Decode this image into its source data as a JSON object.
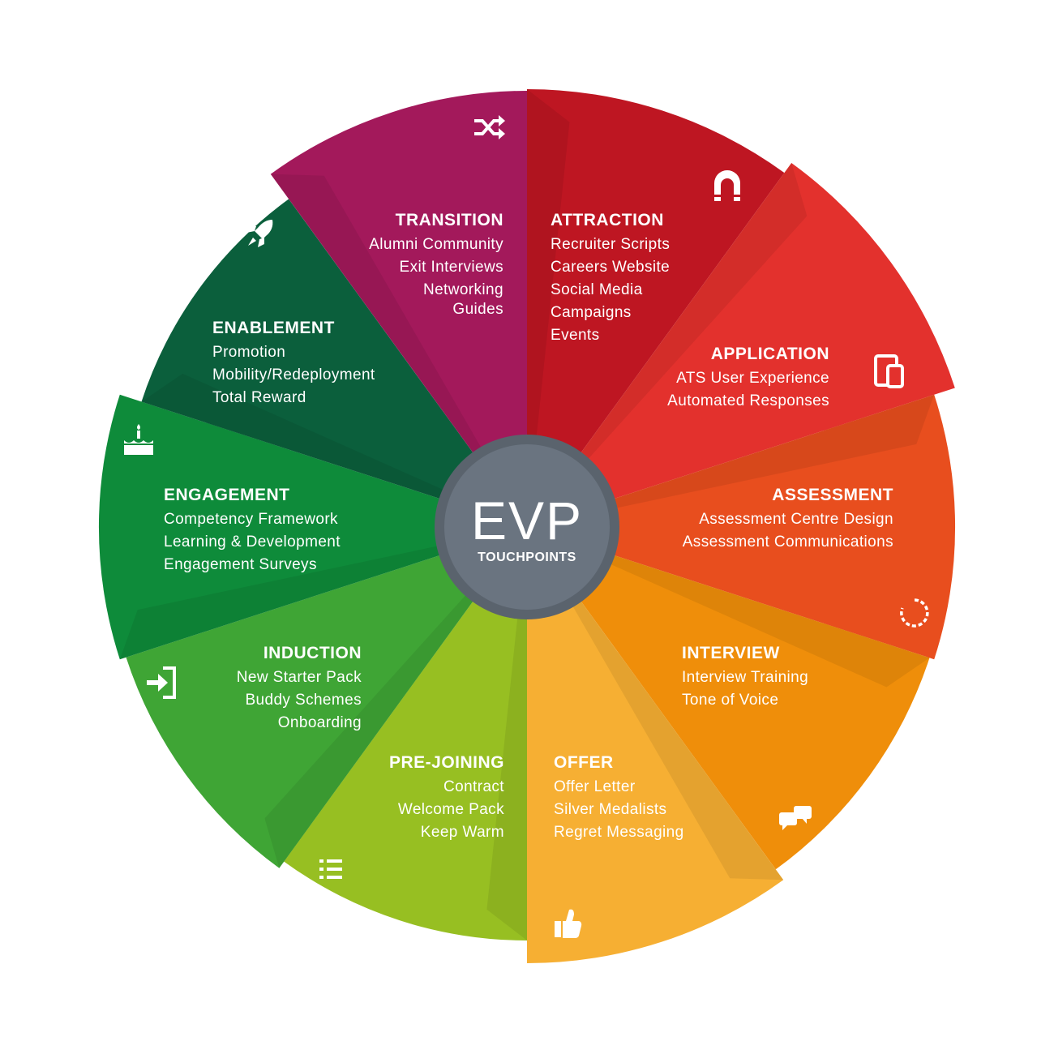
{
  "hub": {
    "title": "EVP",
    "subtitle": "TOUCHPOINTS"
  },
  "segments": [
    {
      "title": "ATTRACTION",
      "items": [
        "Recruiter Scripts",
        "Careers Website",
        "Social Media",
        "Campaigns",
        "Events"
      ],
      "color": "#BE1622",
      "icon": "magnet-icon"
    },
    {
      "title": "APPLICATION",
      "items": [
        "ATS User Experience",
        "Automated Responses"
      ],
      "color": "#E3312D",
      "icon": "devices-icon"
    },
    {
      "title": "ASSESSMENT",
      "items": [
        "Assessment Centre Design",
        "Assessment Communications"
      ],
      "color": "#E84E1E",
      "icon": "loading-circle-icon"
    },
    {
      "title": "INTERVIEW",
      "items": [
        "Interview Training",
        "Tone of Voice"
      ],
      "color": "#EF8E0A",
      "icon": "chat-bubbles-icon"
    },
    {
      "title": "OFFER",
      "items": [
        "Offer Letter",
        "Silver Medalists",
        "Regret Messaging"
      ],
      "color": "#F6AF33",
      "icon": "thumbs-up-icon"
    },
    {
      "title": "PRE-JOINING",
      "items": [
        "Contract",
        "Welcome Pack",
        "Keep Warm"
      ],
      "color": "#97BF22",
      "icon": "list-icon"
    },
    {
      "title": "INDUCTION",
      "items": [
        "New Starter Pack",
        "Buddy Schemes",
        "Onboarding"
      ],
      "color": "#3FA535",
      "icon": "sign-in-icon"
    },
    {
      "title": "ENGAGEMENT",
      "items": [
        "Competency Framework",
        "Learning & Development",
        "Engagement Surveys"
      ],
      "color": "#0E8B3A",
      "icon": "cake-icon"
    },
    {
      "title": "ENABLEMENT",
      "items": [
        "Promotion",
        "Mobility/Redeployment",
        "Total Reward"
      ],
      "color": "#0B5F3C",
      "icon": "rocket-icon"
    },
    {
      "title": "TRANSITION",
      "items": [
        "Alumni Community",
        "Exit Interviews",
        "Networking",
        "Guides"
      ],
      "color": "#A3195B",
      "icon": "shuffle-icon"
    }
  ],
  "colors": {
    "hub_fill": "#6A7480",
    "hub_ring": "#5A636D"
  }
}
